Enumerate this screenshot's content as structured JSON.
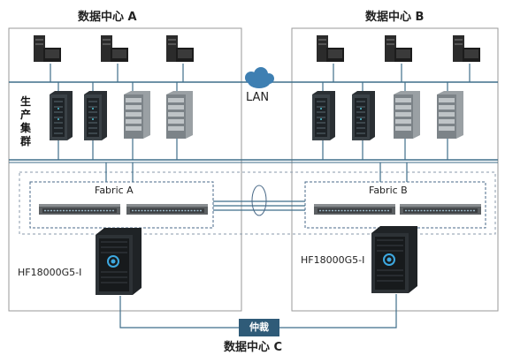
{
  "datacenter_a": {
    "title": "数据中心 A",
    "fabric_label": "Fabric A",
    "storage_label": "HF18000G5-I"
  },
  "datacenter_b": {
    "title": "数据中心 B",
    "fabric_label": "Fabric B",
    "storage_label": "HF18000G5-I"
  },
  "datacenter_c": {
    "title": "数据中心 C"
  },
  "network": {
    "lan_label": "LAN"
  },
  "cluster": {
    "chars": [
      "生",
      "产",
      "集",
      "群"
    ]
  },
  "arbitration": {
    "label": "仲裁"
  },
  "colors": {
    "line": "#3f6e8a",
    "cloud": "#3e7fb2",
    "dashed": "#6a8aa6",
    "panel_border": "#9a9a9a",
    "arbitration_box": "#2f5b78"
  }
}
